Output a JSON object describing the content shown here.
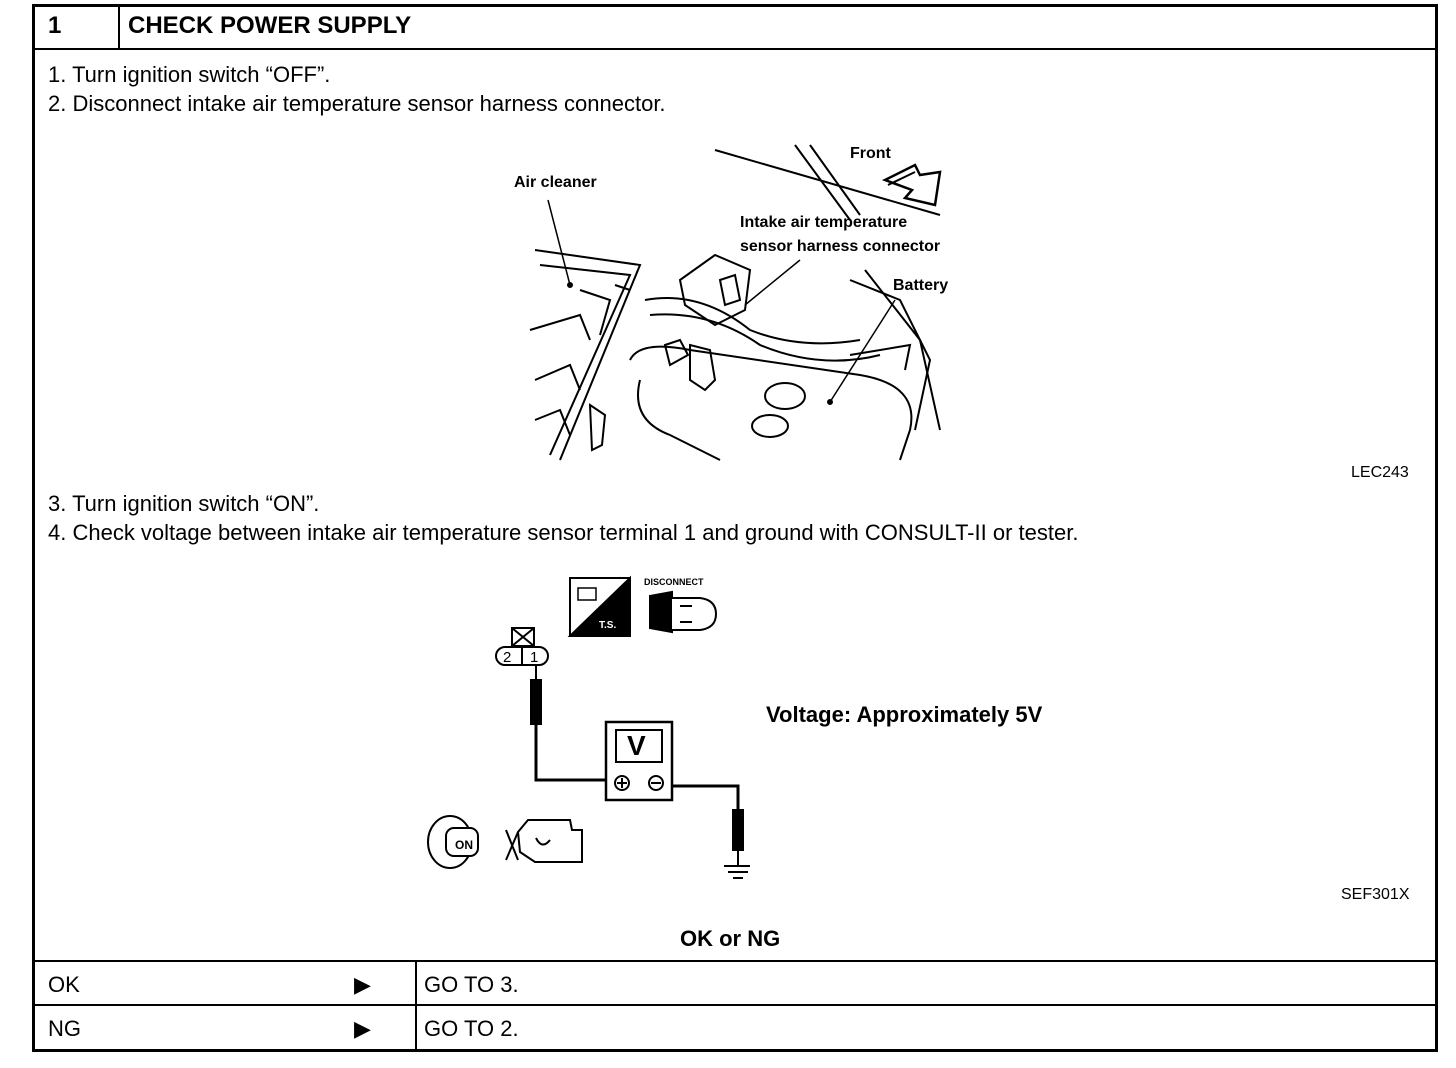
{
  "header": {
    "step_number": "1",
    "title": "CHECK POWER SUPPLY"
  },
  "steps": [
    "1.  Turn ignition switch “OFF”.",
    "2.  Disconnect intake air temperature sensor harness connector.",
    "3.  Turn ignition switch “ON”.",
    "4.  Check voltage between intake air temperature sensor terminal 1 and ground with CONSULT-II or tester."
  ],
  "figure1": {
    "labels": {
      "air_cleaner": "Air cleaner",
      "front": "Front",
      "connector_line1": "Intake air temperature",
      "connector_line2": "sensor harness connector",
      "battery": "Battery"
    },
    "code": "LEC243"
  },
  "figure2": {
    "icons": {
      "ts": "T.S.",
      "disconnect": "DISCONNECT",
      "key": "ON"
    },
    "terminals": [
      "2",
      "1"
    ],
    "meter": "V",
    "spec": "Voltage: Approximately 5V",
    "code": "SEF301X"
  },
  "judgement": "OK or NG",
  "results": [
    {
      "label": "OK",
      "arrow": "▶",
      "action": "GO TO 3."
    },
    {
      "label": "NG",
      "arrow": "▶",
      "action": "GO TO 2."
    }
  ]
}
